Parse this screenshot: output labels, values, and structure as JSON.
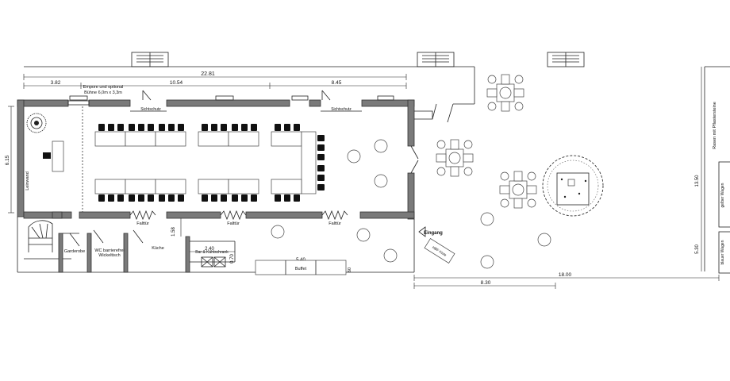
{
  "dimensions": {
    "total_width": "22.81",
    "left_segment": "3.82",
    "middle_segment": "10.54",
    "right_segment": "8.45",
    "room_depth": "6.15",
    "kitchen_step": "1.58",
    "kitchen_counter": "2.40",
    "counter_depth": "0.70",
    "buffet_length": "5.40",
    "buffet_depth": "60",
    "terrace_width": "18.00",
    "terrace_partial": "8.30",
    "right_depth_top": "13.50",
    "right_depth_bottom": "5.30"
  },
  "labels": {
    "stage_note_line1": "Empore und optional",
    "stage_note_line2": "Bühne 6,0m x 3,3m",
    "privacy_screen_left": "Sichtschutz",
    "privacy_screen_right": "Sichtschutz",
    "screen": "Leinwand",
    "folding_door_1": "Falttür",
    "folding_door_2": "Falttür",
    "folding_door_3": "Falttür",
    "entrance": "Eingang",
    "cloakroom": "Garderobe",
    "wc_line1": "WC barrierefrei",
    "wc_line2": "Wickeltisch",
    "kitchen": "Küche",
    "bar": "Bar & Kühlschrank",
    "buffet": "Buffet",
    "lawn_border": "Rasen mit Pflastersteine",
    "wagon_yellow": "gelber Wagen",
    "wagon_blue": "blauer Wagen",
    "terrace_object": "HBF Kiste"
  },
  "colors": {
    "wall": "#7a7a7a",
    "line": "#222222",
    "chair": "#111111"
  }
}
